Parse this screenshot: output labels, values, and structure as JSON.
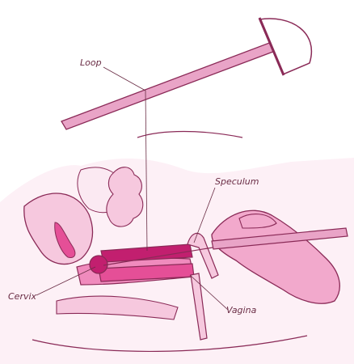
{
  "labels": {
    "loop": "Loop",
    "speculum": "Speculum",
    "cervix": "Cervix",
    "vagina": "Vagina"
  },
  "colors": {
    "outline": "#8a2a57",
    "tissue": "#f6c8de",
    "tissue_deep": "#e54f97",
    "tissue_dark": "#c21f6f",
    "instrument": "#e9a4c7",
    "hand": "#f2a9cc",
    "background_tint": "#fbe9f2",
    "label_text": "#6a2d45"
  }
}
